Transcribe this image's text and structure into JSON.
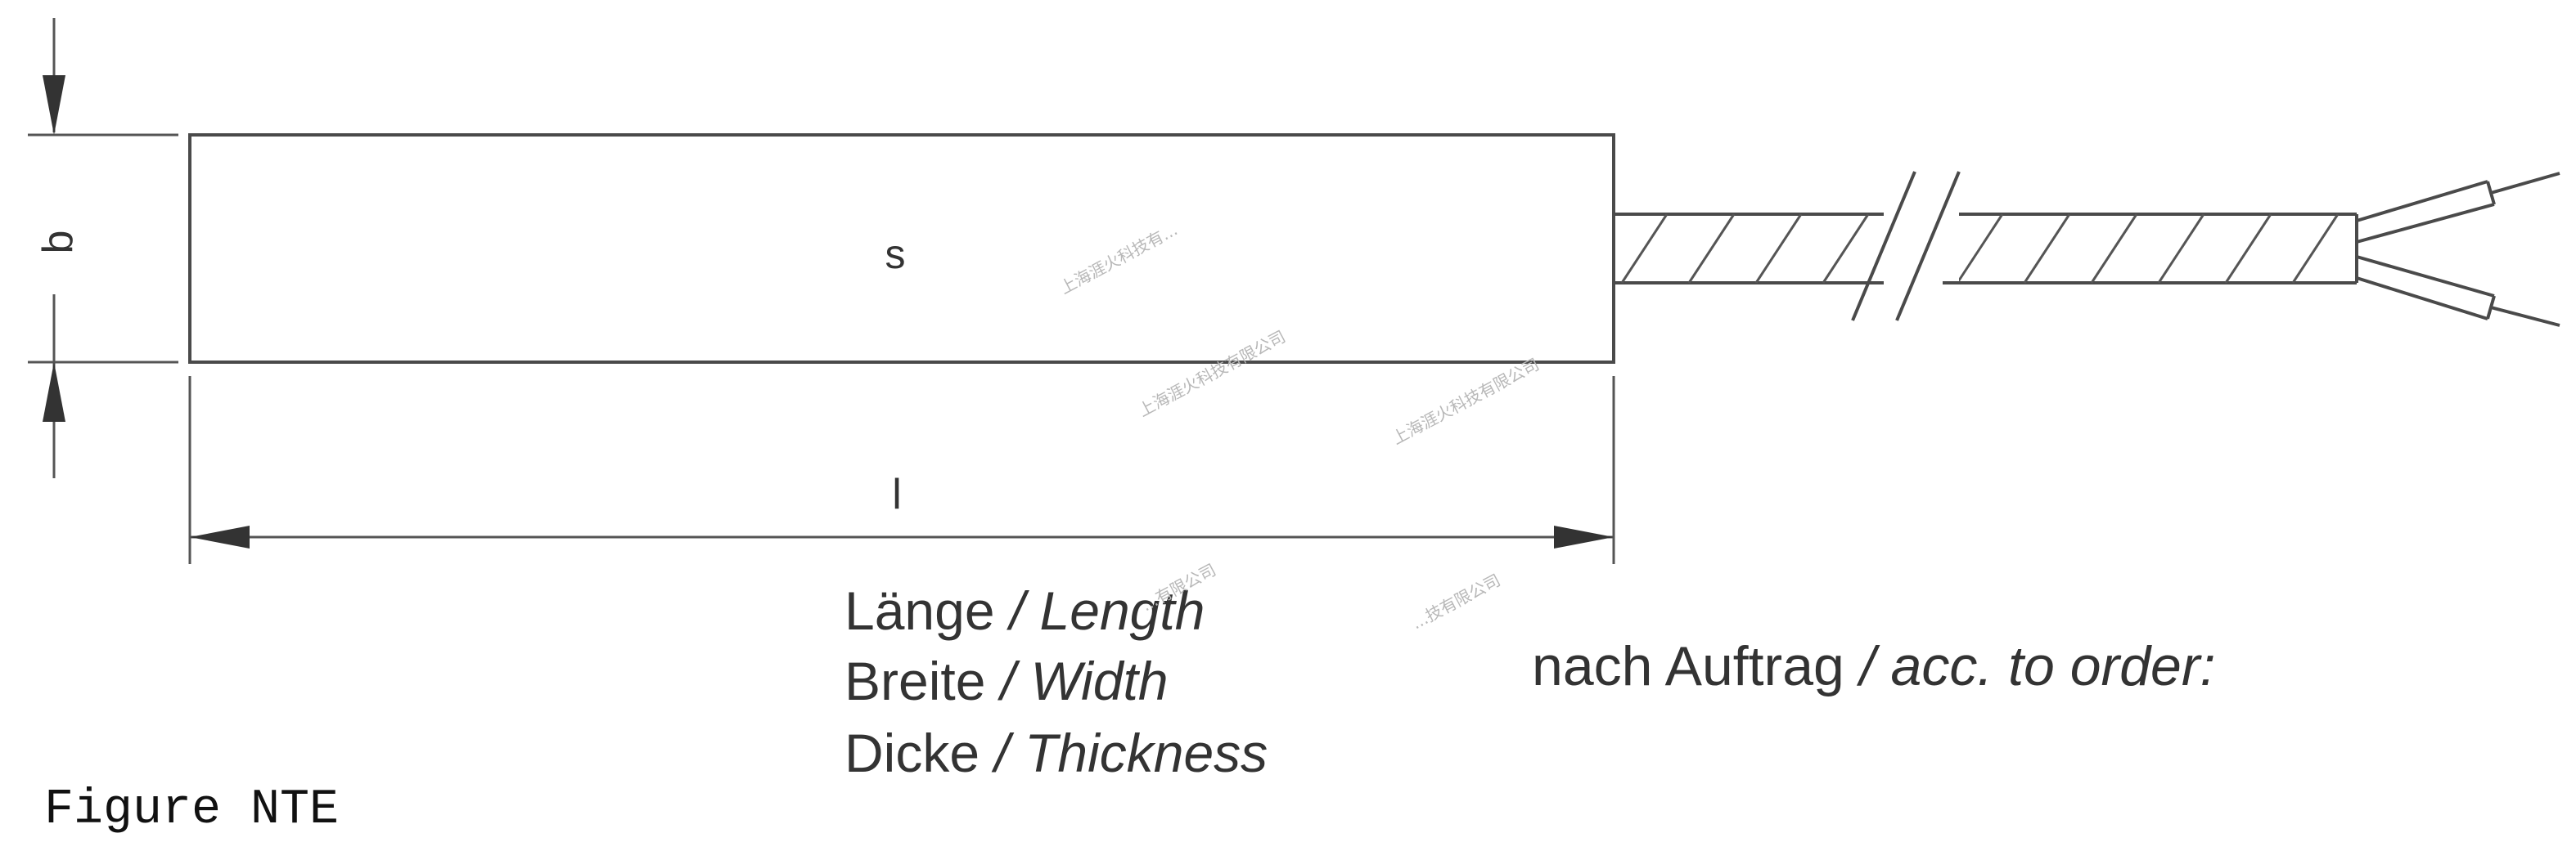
{
  "dimensions": {
    "b": "b",
    "s": "s",
    "l": "l"
  },
  "legend": {
    "length": {
      "de": "Länge",
      "sep": " / ",
      "en": "Length"
    },
    "width": {
      "de": "Breite",
      "sep": " / ",
      "en": "Width"
    },
    "thickness": {
      "de": "Dicke",
      "sep": " / ",
      "en": "Thickness"
    }
  },
  "order_note": {
    "de": "nach Auftrag",
    "sep": " / ",
    "en": "acc. to order:"
  },
  "caption": "Figure NTE",
  "watermarks": [
    "上海涯火科技有...",
    "上海涯火科技有限公司",
    "上海涯火科技有限公司",
    "...有限公司",
    "...技有限公司"
  ],
  "colors": {
    "line": "#4a4a4a",
    "text": "#333333",
    "caption": "#111111"
  }
}
